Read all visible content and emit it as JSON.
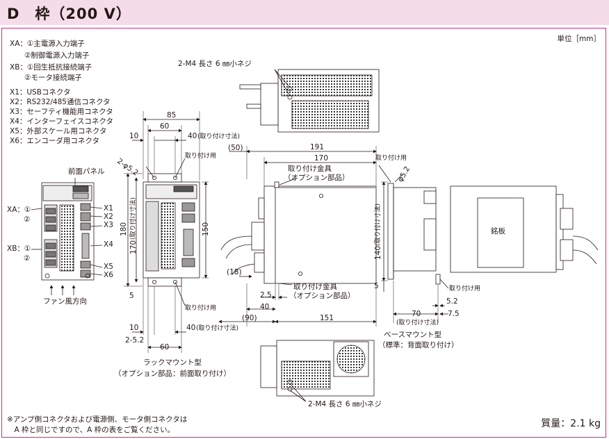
{
  "header": {
    "title": "D　枠（200 V）"
  },
  "unit": "単位［mm］",
  "legend": [
    "XA：①主電源入力端子",
    "　　②制御電源入力端子",
    "XB：①回生抵抗接続端子",
    "　　②モータ接続端子",
    "X1：USBコネクタ",
    "X2：RS232/485通信コネクタ",
    "X3：セーフティ機能用コネクタ",
    "X4：インターフェイスコネクタ",
    "X5：外部スケール用コネクタ",
    "X6：エンコーダ用コネクタ"
  ],
  "front": {
    "panel_label": "前面パネル",
    "xa": "XA：①",
    "xa2": "②",
    "xb": "XB：①",
    "xb2": "②",
    "connectors": [
      "X1",
      "X2",
      "X3",
      "X4",
      "X5",
      "X6"
    ],
    "fan": "ファン風方向"
  },
  "rack": {
    "dim_85": "85",
    "dim_60": "60",
    "dim_10": "10",
    "dim_40": "40",
    "mount_dim": "(取り付け寸法)",
    "hole": "2-φ5.2",
    "mount": "取り付け用",
    "dim_180": "180",
    "dim_170": "170",
    "dim_170_note": "(取り付け寸法)",
    "dim_150": "150",
    "dim_5": "5",
    "mount2": "取り付け用",
    "dim_10b": "10",
    "dim_40b": "40",
    "mount_dim_b": "(取り付け寸法)",
    "hole_b": "2-5.2",
    "dim_60b": "60",
    "caption1": "ラックマウント型",
    "caption2": "（オプション部品：前面取り付け）"
  },
  "side": {
    "screw_top": "2-M4  長さ 6 ㎜小ネジ",
    "dim_50": "(50)",
    "dim_191": "191",
    "dim_170": "170",
    "bracket": "取り付け金具",
    "bracket_opt": "（オプション部品）",
    "dim_18": "(18)",
    "dim_25": "2.5",
    "dim_40": "40",
    "dim_90": "(90)",
    "dim_151": "151",
    "bracket_b": "取り付け金具",
    "bracket_b_opt": "（オプション部品）",
    "dim_140": "140",
    "mount_dim": "(取り付け寸法)",
    "dim_5": "5",
    "mount": "取り付け用",
    "hole": "φ5.2",
    "nameplate": "銘板",
    "mount2": "取り付け用",
    "dim_52": "5.2",
    "dim_70": "70",
    "dim_75": "7.5",
    "mount_dim2": "(取り付け寸法)",
    "caption1": "ベースマウント型",
    "caption2": "（標準：背面取り付け）",
    "screw_bottom": "2-M4  長さ 6 ㎜小ネジ"
  },
  "footnote": [
    "※アンプ側コネクタおよび電源側、モータ側コネクタは",
    "　A 枠と同じですので、A 枠の表をご覧ください。"
  ],
  "mass": "質量：2.1 kg"
}
